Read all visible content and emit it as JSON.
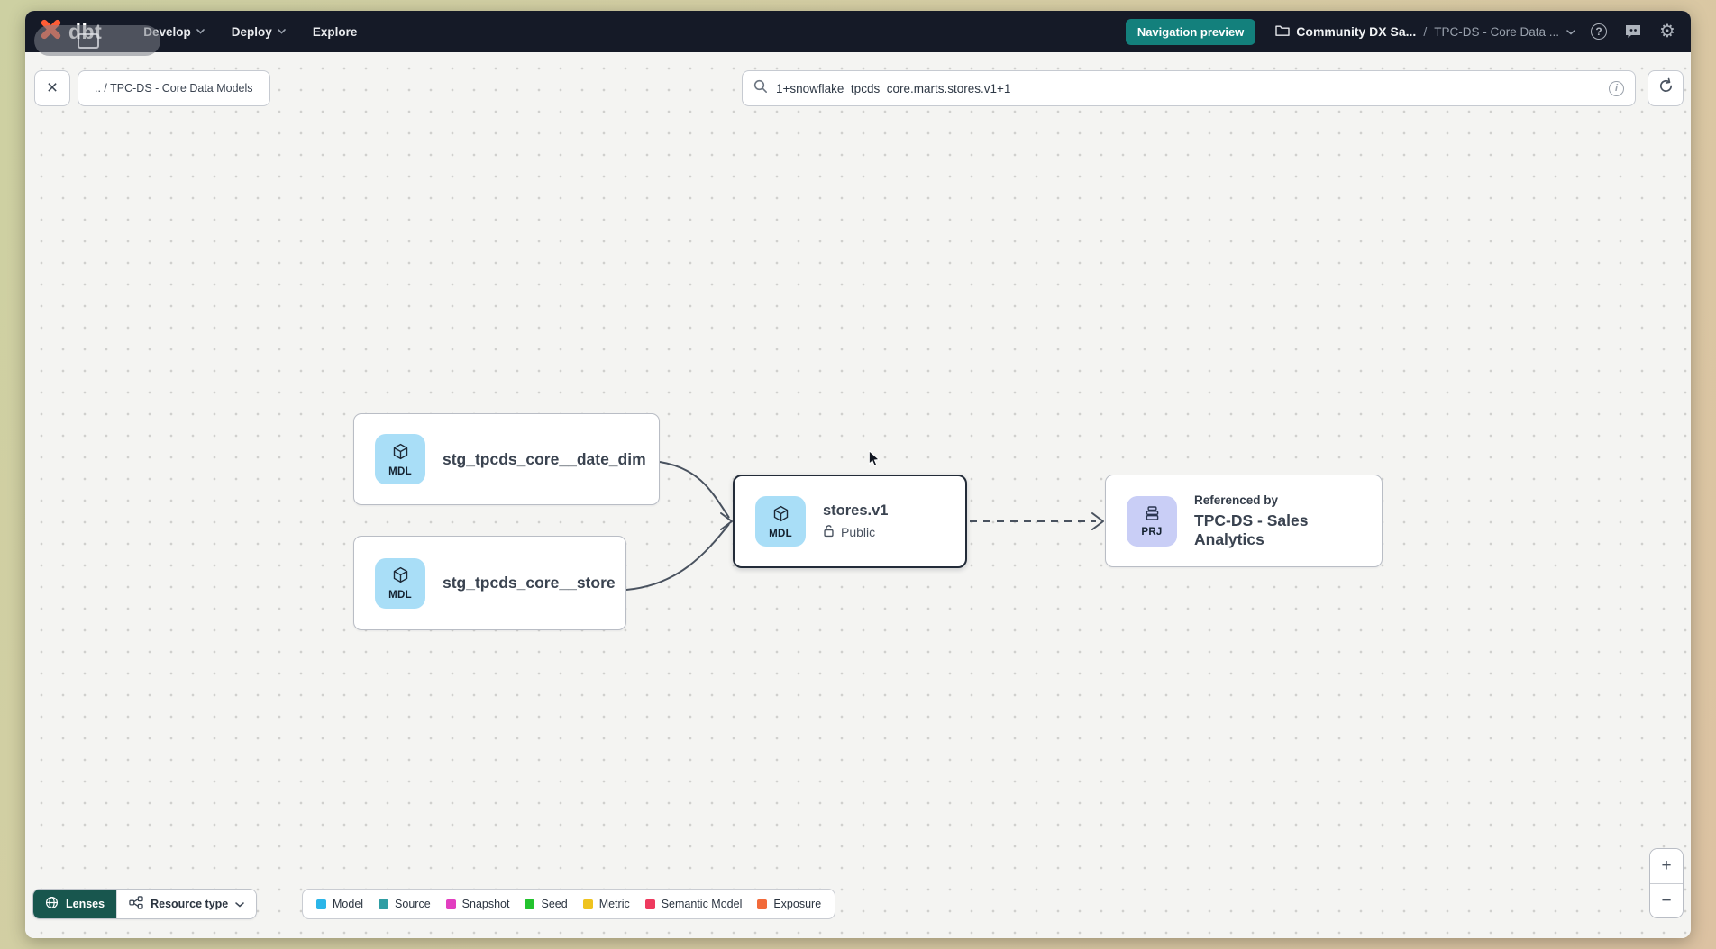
{
  "icons": {
    "close": "×",
    "help": "?",
    "info": "i",
    "gear": "⚙"
  },
  "navbar": {
    "logo_text": "dbt",
    "menus": [
      {
        "label": "Develop"
      },
      {
        "label": "Deploy"
      },
      {
        "label": "Explore"
      }
    ],
    "preview_badge": "Navigation preview",
    "breadcrumb": {
      "project": "Community DX Sa...",
      "separator": "/",
      "section": "TPC-DS - Core Data ..."
    }
  },
  "toolbar": {
    "path_chip": ".. / TPC-DS - Core Data Models",
    "search_value": "1+snowflake_tpcds_core.marts.stores.v1+1"
  },
  "graph": {
    "nodes": {
      "date_dim": {
        "badge": "MDL",
        "label": "stg_tpcds_core__date_dim"
      },
      "store": {
        "badge": "MDL",
        "label": "stg_tpcds_core__store"
      },
      "stores_v1": {
        "badge": "MDL",
        "label": "stores.v1",
        "access": "Public"
      },
      "sales_analytics": {
        "badge": "PRJ",
        "overline": "Referenced by",
        "label": "TPC-DS - Sales Analytics"
      }
    }
  },
  "footer": {
    "lenses_label": "Lenses",
    "resource_type_label": "Resource type",
    "legend": [
      {
        "label": "Model",
        "color": "#2bb5e8"
      },
      {
        "label": "Source",
        "color": "#2f9da3"
      },
      {
        "label": "Snapshot",
        "color": "#e23ec0"
      },
      {
        "label": "Seed",
        "color": "#23c32d"
      },
      {
        "label": "Metric",
        "color": "#efc31e"
      },
      {
        "label": "Semantic Model",
        "color": "#ee3a5e"
      },
      {
        "label": "Exposure",
        "color": "#f26a3a"
      }
    ]
  },
  "zoom_controls": {
    "zoom_in": "+",
    "zoom_out": "−"
  },
  "colors": {
    "navbar_bg": "#151a27",
    "accent_teal": "#13807c",
    "logo_orange": "#ff5c35",
    "selected_border": "#232c39",
    "edge": "#49525f"
  }
}
